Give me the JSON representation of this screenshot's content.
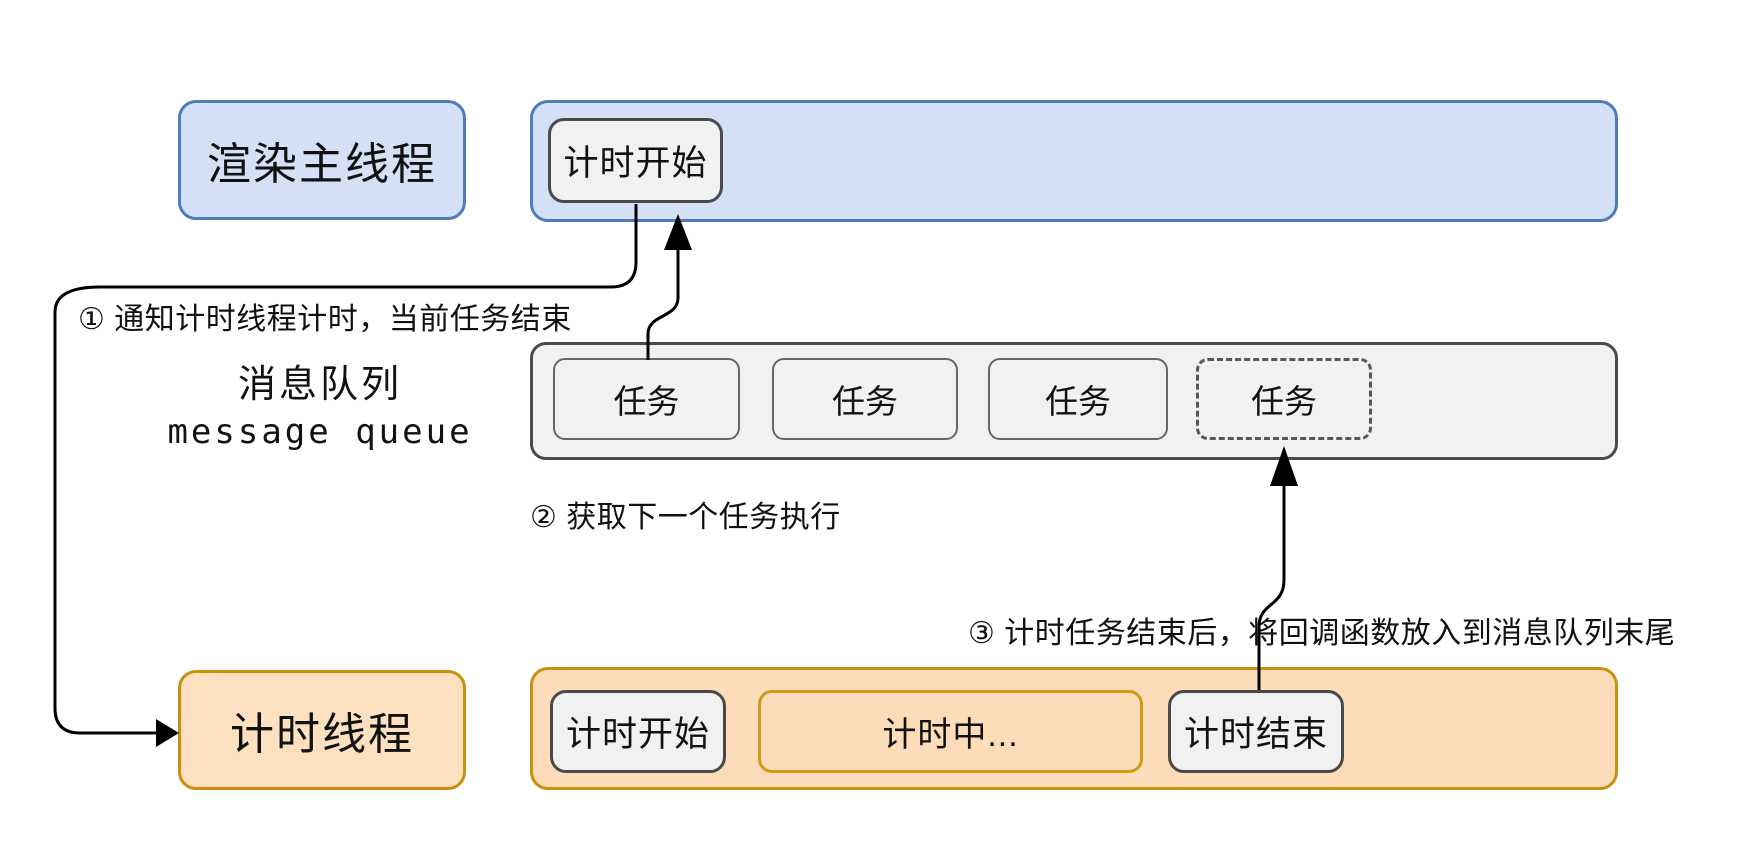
{
  "diagram": {
    "render_thread": {
      "label": "渲染主线程",
      "timer_start": "计时开始"
    },
    "message_queue": {
      "title_cn": "消息队列",
      "title_en": "message queue",
      "tasks": [
        {
          "label": "任务",
          "style": "solid"
        },
        {
          "label": "任务",
          "style": "solid"
        },
        {
          "label": "任务",
          "style": "solid"
        },
        {
          "label": "任务",
          "style": "dashed"
        }
      ]
    },
    "timer_thread": {
      "label": "计时线程",
      "timer_start": "计时开始",
      "timing": "计时中...",
      "timer_end": "计时结束"
    },
    "annotations": {
      "step1": "① 通知计时线程计时，当前任务结束",
      "step2": "② 获取下一个任务执行",
      "step3": "③ 计时任务结束后，将回调函数放入到消息队列末尾"
    }
  },
  "colors": {
    "blue_fill": "#d3e0f6",
    "blue_border": "#4f7bb8",
    "gray_fill": "#f1f1f1",
    "gray_border": "#4a4a4a",
    "task_border": "#666666",
    "dashed_border": "#575757",
    "orange_fill": "#fcdcb9",
    "orange_fill_light": "#fce0c0",
    "orange_border": "#c8900c",
    "timing_border": "#cf9a16",
    "chip_fill": "#f1f1f1",
    "chip_border": "#4a4a4a",
    "line_color": "#000000",
    "text_color": "#111111"
  }
}
